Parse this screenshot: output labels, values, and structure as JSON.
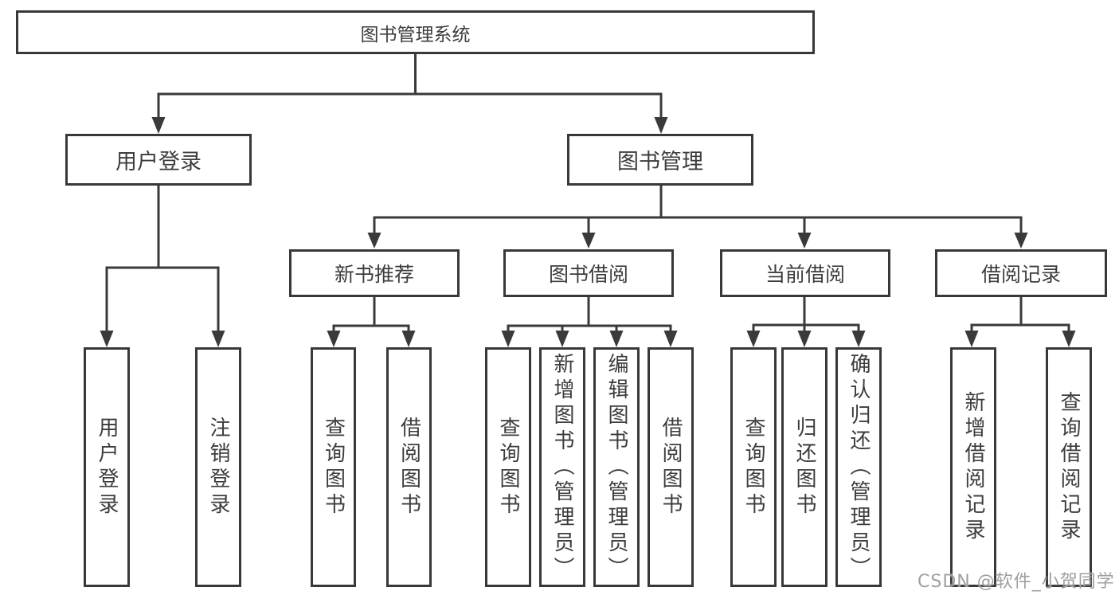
{
  "root": {
    "label": "图书管理系统"
  },
  "branches": {
    "user_login": {
      "label": "用户登录",
      "leaves": [
        {
          "label": "用户登录"
        },
        {
          "label": "注销登录"
        }
      ]
    },
    "book_management": {
      "label": "图书管理",
      "sections": [
        {
          "label": "新书推荐",
          "leaves": [
            {
              "label": "查询图书"
            },
            {
              "label": "借阅图书"
            }
          ]
        },
        {
          "label": "图书借阅",
          "leaves": [
            {
              "label": "查询图书"
            },
            {
              "label": "新增图书（管理员）"
            },
            {
              "label": "编辑图书（管理员）"
            },
            {
              "label": "借阅图书"
            }
          ]
        },
        {
          "label": "当前借阅",
          "leaves": [
            {
              "label": "查询图书"
            },
            {
              "label": "归还图书"
            },
            {
              "label": "确认归还（管理员）"
            }
          ]
        },
        {
          "label": "借阅记录",
          "leaves": [
            {
              "label": "新增借阅记录"
            },
            {
              "label": "查询借阅记录"
            }
          ]
        }
      ]
    }
  },
  "watermark": {
    "text": "CSDN @软件_小贺同学"
  },
  "colors": {
    "line": "#3a3a3a",
    "border": "#383838",
    "text": "#3d3d3d",
    "box_background": "#ffffff",
    "watermark": "#9f9f9f"
  }
}
